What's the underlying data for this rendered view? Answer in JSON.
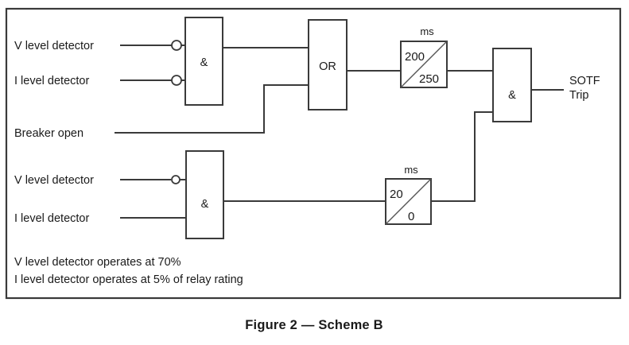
{
  "figure": {
    "caption": "Figure 2 — Scheme B",
    "border_color": "#3a3a3a",
    "background_color": "#ffffff",
    "line_color": "#3a3a3a"
  },
  "inputs": {
    "top_branch": [
      {
        "label": "V level detector",
        "inverted": true
      },
      {
        "label": "I level detector",
        "inverted": true
      },
      {
        "label": "Breaker open",
        "inverted": false
      }
    ],
    "bottom_branch": [
      {
        "label": "V level detector",
        "inverted": true
      },
      {
        "label": "I level detector",
        "inverted": false
      }
    ]
  },
  "gates": {
    "and_top": {
      "symbol": "&",
      "type": "AND"
    },
    "or_gate": {
      "symbol": "OR",
      "type": "OR"
    },
    "and_output": {
      "symbol": "&",
      "type": "AND"
    },
    "and_bottom": {
      "symbol": "&",
      "type": "AND"
    }
  },
  "timers": {
    "top": {
      "unit": "ms",
      "pickup": "200",
      "dropoff": "250"
    },
    "bottom": {
      "unit": "ms",
      "pickup": "20",
      "dropoff": "0"
    }
  },
  "output": {
    "line1": "SOTF",
    "line2": "Trip"
  },
  "notes": [
    "V level detector operates at 70%",
    "I level detector operates at 5% of relay rating"
  ]
}
